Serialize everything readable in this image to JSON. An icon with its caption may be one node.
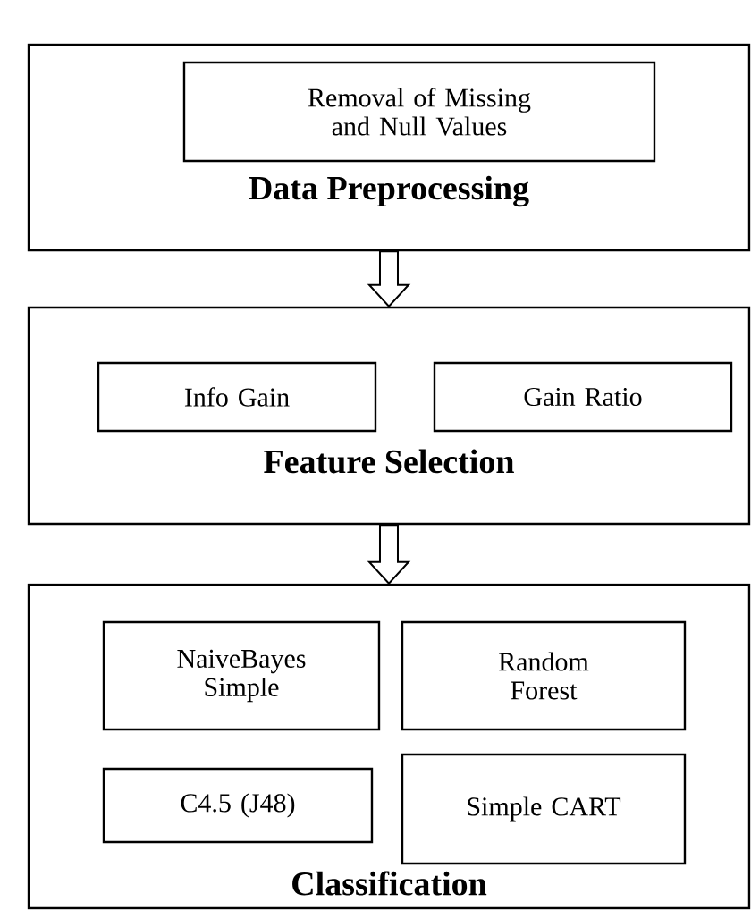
{
  "diagram": {
    "nodes": [
      {
        "text": [
          "Data Preprocessing"
        ]
      },
      {
        "text": [
          "Removal of Missing and Null Values"
        ],
        "in": 0
      },
      {
        "text": [
          "Feature Selection"
        ]
      },
      {
        "text": [
          "Info Gain"
        ],
        "in": 2
      },
      {
        "text": [
          "Gain Ratio"
        ],
        "in": 2
      },
      {
        "text": [
          "Classification"
        ]
      },
      {
        "text": [
          "NaiveBayes Simple"
        ],
        "in": 5
      },
      {
        "text": [
          "Random Forest"
        ],
        "in": 5
      },
      {
        "text": [
          "C4.5 (J48)"
        ],
        "in": 5
      },
      {
        "text": [
          "Simple CART"
        ],
        "in": 5
      }
    ],
    "edges": [
      {
        "from": 0,
        "to": 2,
        "arrow": "to"
      },
      {
        "from": 2,
        "to": 5,
        "arrow": "to"
      }
    ]
  }
}
